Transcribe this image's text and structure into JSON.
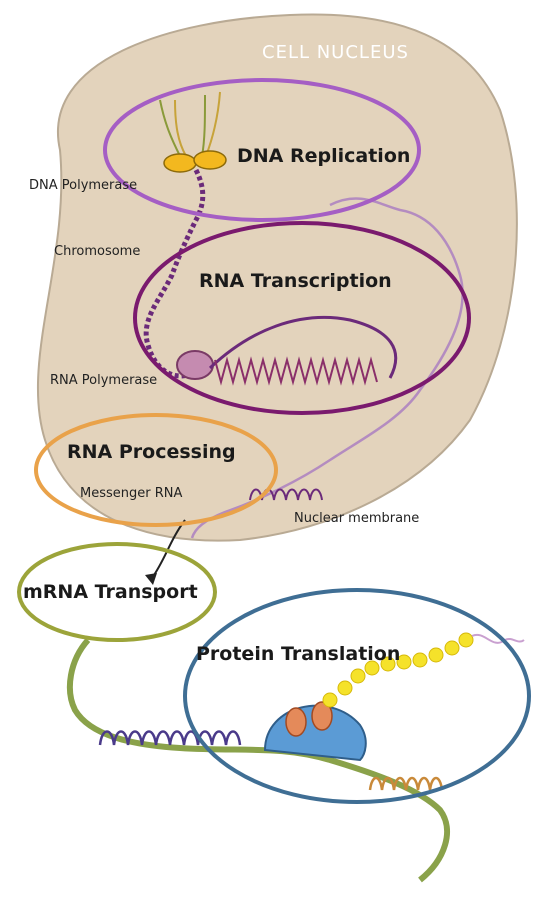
{
  "labels": {
    "nucleus": "CELL NUCLEUS",
    "dna_polymerase": "DNA Polymerase",
    "chromosome": "Chromosome",
    "rna_polymerase": "RNA Polymerase",
    "messenger_rna": "Messenger RNA",
    "nuclear_membrane": "Nuclear membrane"
  },
  "stages": {
    "dna_replication": "DNA Replication",
    "rna_transcription": "RNA Transcription",
    "rna_processing": "RNA Processing",
    "mrna_transport": "mRNA Transport",
    "protein_translation": "Protein Translation"
  },
  "colors": {
    "nucleus_fill": "#e3d3bc",
    "dna_replication_ring": "#a55ec4",
    "rna_transcription_ring": "#7a1a6e",
    "rna_processing_ring": "#e9a24a",
    "mrna_transport_ring": "#9ca43a",
    "protein_translation_ring": "#3f6e94",
    "strand": "#6b2a7a",
    "protein_chain": "#f5e22a"
  }
}
